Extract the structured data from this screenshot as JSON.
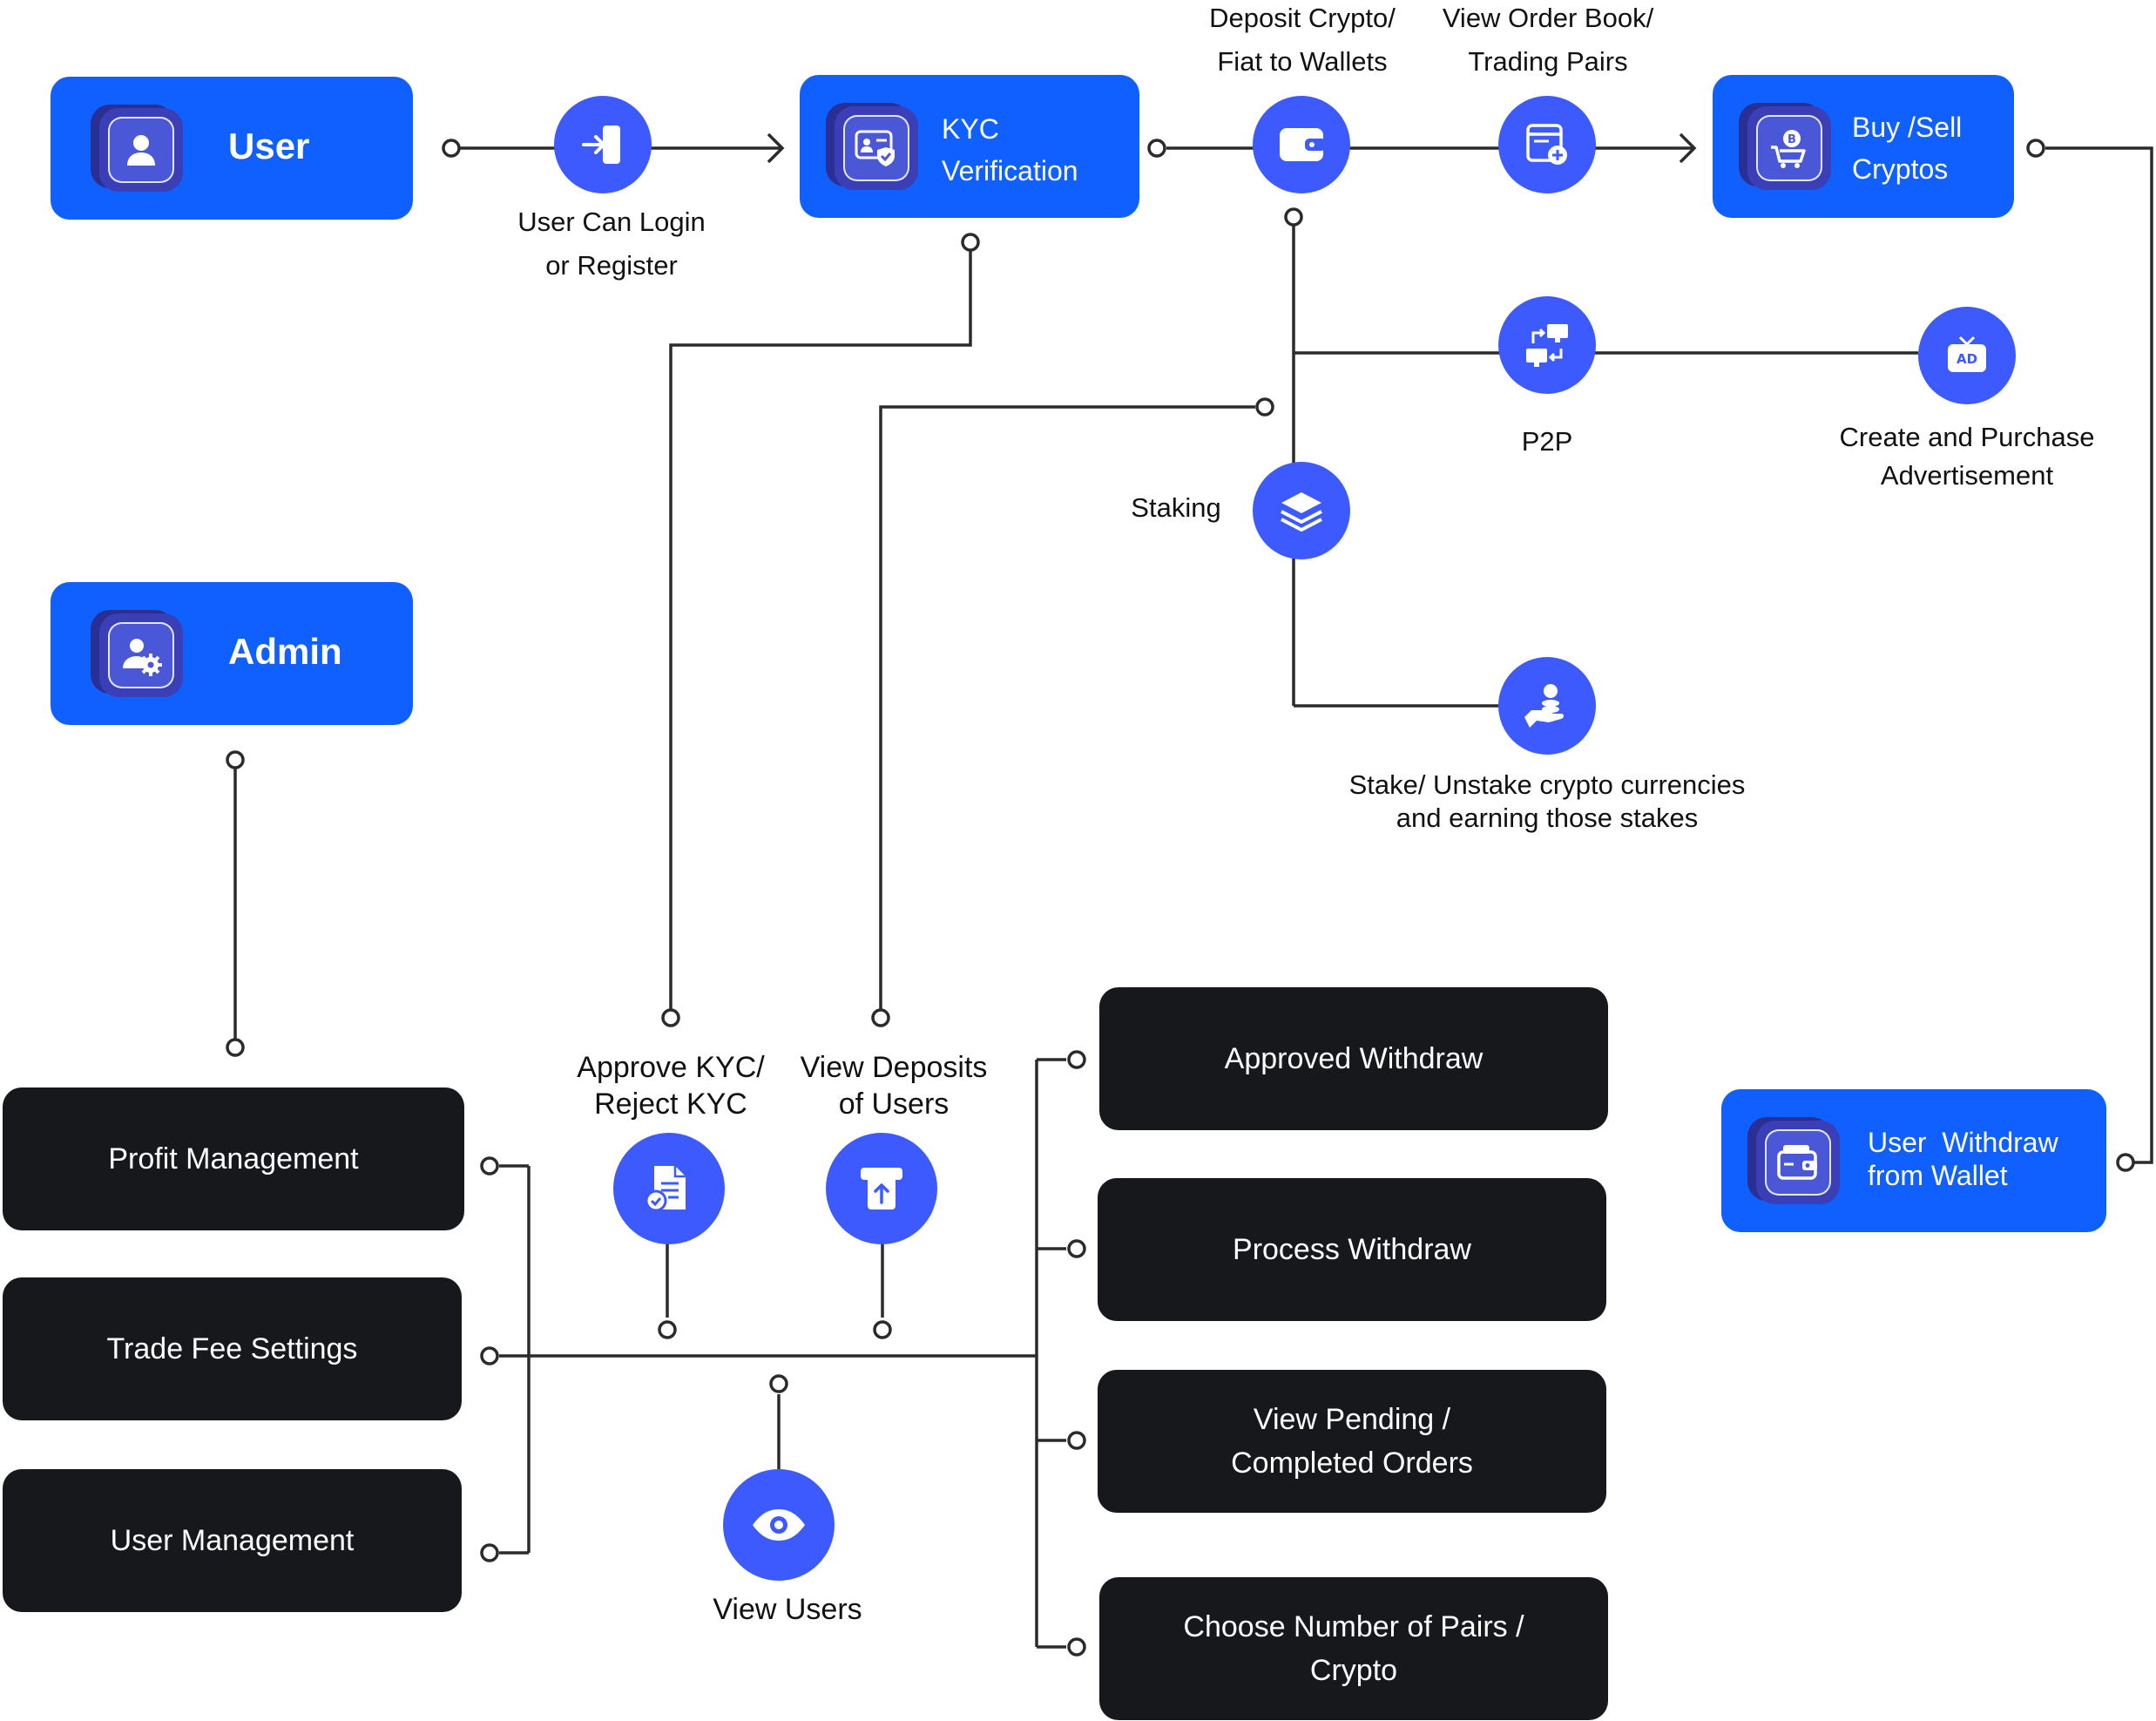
{
  "boxes": {
    "user": "User",
    "kyc": [
      "KYC",
      "Verification"
    ],
    "buysell": [
      "Buy /Sell",
      "Cryptos"
    ],
    "admin": "Admin",
    "withdraw": [
      "User  Withdraw",
      "from Wallet"
    ]
  },
  "labels": {
    "login": [
      "User Can Login",
      "or Register"
    ],
    "deposit": [
      "Deposit Crypto/",
      "Fiat to Wallets"
    ],
    "orderbook": [
      "View Order Book/",
      "Trading Pairs"
    ],
    "p2p": "P2P",
    "advert": [
      "Create and Purchase",
      "Advertisement"
    ],
    "staking": "Staking",
    "stake": [
      "Stake/ Unstake crypto currencies",
      "and earning those stakes"
    ],
    "approve_kyc": [
      "Approve KYC/",
      "Reject KYC"
    ],
    "view_deposits": [
      "View Deposits",
      "of Users"
    ],
    "view_users": "View Users"
  },
  "admin_items": [
    "Profit Management",
    "Trade Fee Settings",
    "User Management"
  ],
  "right_items": [
    [
      "Approved Withdraw"
    ],
    [
      "Process Withdraw"
    ],
    [
      "View Pending /",
      "Completed Orders"
    ],
    [
      "Choose Number of Pairs /",
      "Crypto"
    ]
  ],
  "icons": {
    "user": "user-icon",
    "kyc": "id-card-shield-icon",
    "buysell": "crypto-cart-icon",
    "admin": "user-gear-icon",
    "withdraw": "wallet-icon",
    "login": "login-icon",
    "deposit": "wallet-icon",
    "orderbook": "order-book-icon",
    "p2p": "p2p-transfer-icon",
    "advert": "ad-tv-icon",
    "staking": "layers-icon",
    "stake": "hand-coin-icon",
    "approve_kyc": "document-check-icon",
    "view_deposits": "deposit-upload-icon",
    "view_users": "eye-icon"
  },
  "colors": {
    "blue_box": "#1060ff",
    "circle": "#3d5afe",
    "dark_box": "#17181c",
    "line": "#2b2b2b"
  }
}
